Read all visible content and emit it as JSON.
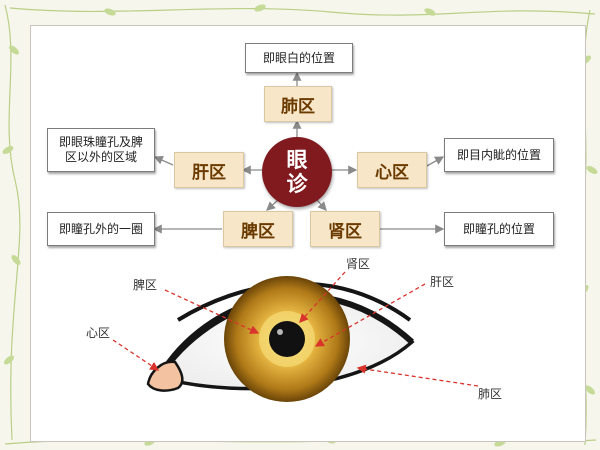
{
  "center": {
    "line1": "眼",
    "line2": "诊"
  },
  "zones": {
    "lung": "肺区",
    "liver": "肝区",
    "heart": "心区",
    "spleen": "脾区",
    "kidney": "肾区"
  },
  "descriptions": {
    "lung": "即眼白的位置",
    "liver_line1": "即眼珠瞳孔及脾",
    "liver_line2": "区以外的区域",
    "heart": "即目内眦的位置",
    "spleen": "即瞳孔外的一圈",
    "kidney": "即瞳孔的位置"
  },
  "eye_labels": {
    "kidney": "肾区",
    "spleen": "脾区",
    "liver": "肝区",
    "heart": "心区",
    "lung": "肺区"
  },
  "colors": {
    "center_circle": "#801a1f",
    "zone_fill": "#f7e7c8",
    "zone_text": "#6b3a00",
    "arrow": "#d9342b",
    "iris_outer": "#8a5a12",
    "iris_inner": "#f2d36a",
    "pupil": "#111111"
  }
}
